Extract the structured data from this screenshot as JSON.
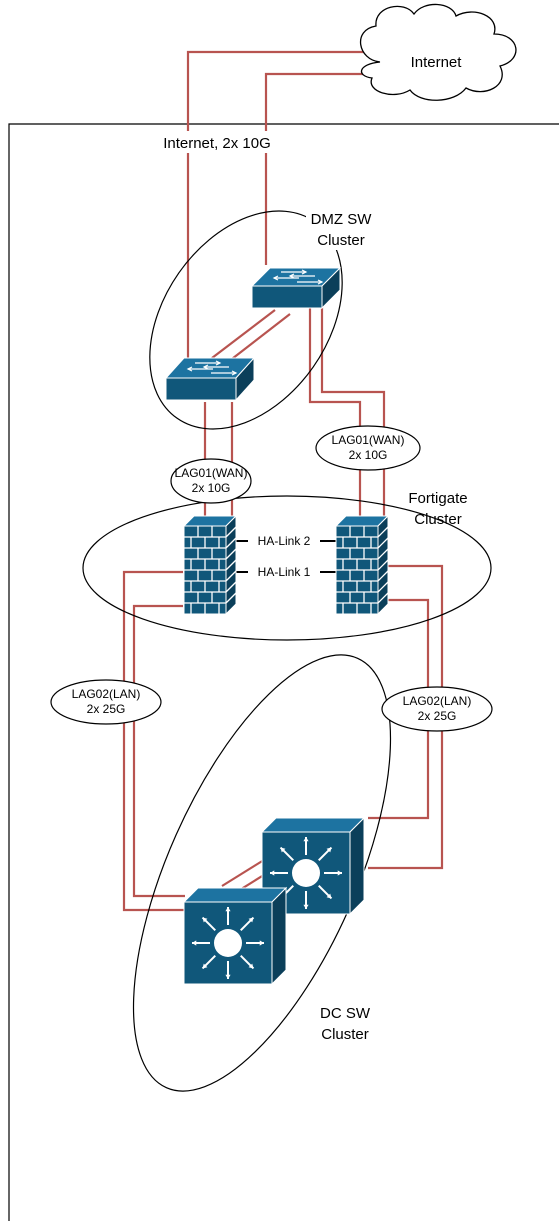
{
  "colors": {
    "link": "#b85450",
    "device_fill": "#10577a",
    "device_top": "#1d73a1",
    "device_side": "#0b3f5a",
    "outline": "#000000",
    "background": "#ffffff"
  },
  "labels": {
    "internet_cloud": "Internet",
    "internet_uplink": "Internet, 2x 10G",
    "dmz_cluster_line1": "DMZ SW",
    "dmz_cluster_line2": "Cluster",
    "lag01_left_line1": "LAG01(WAN)",
    "lag01_left_line2": "2x 10G",
    "lag01_right_line1": "LAG01(WAN)",
    "lag01_right_line2": "2x 10G",
    "fortigate_line1": "Fortigate",
    "fortigate_line2": "Cluster",
    "ha_link_2": "HA-Link 2",
    "ha_link_1": "HA-Link 1",
    "lag02_left_line1": "LAG02(LAN)",
    "lag02_left_line2": "2x 25G",
    "lag02_right_line1": "LAG02(LAN)",
    "lag02_right_line2": "2x 25G",
    "dc_cluster_line1": "DC SW",
    "dc_cluster_line2": "Cluster"
  },
  "icons": {
    "cloud": "cloud-icon",
    "switch": "switch-icon",
    "firewall": "firewall-icon",
    "core_switch": "layer3-switch-icon"
  }
}
